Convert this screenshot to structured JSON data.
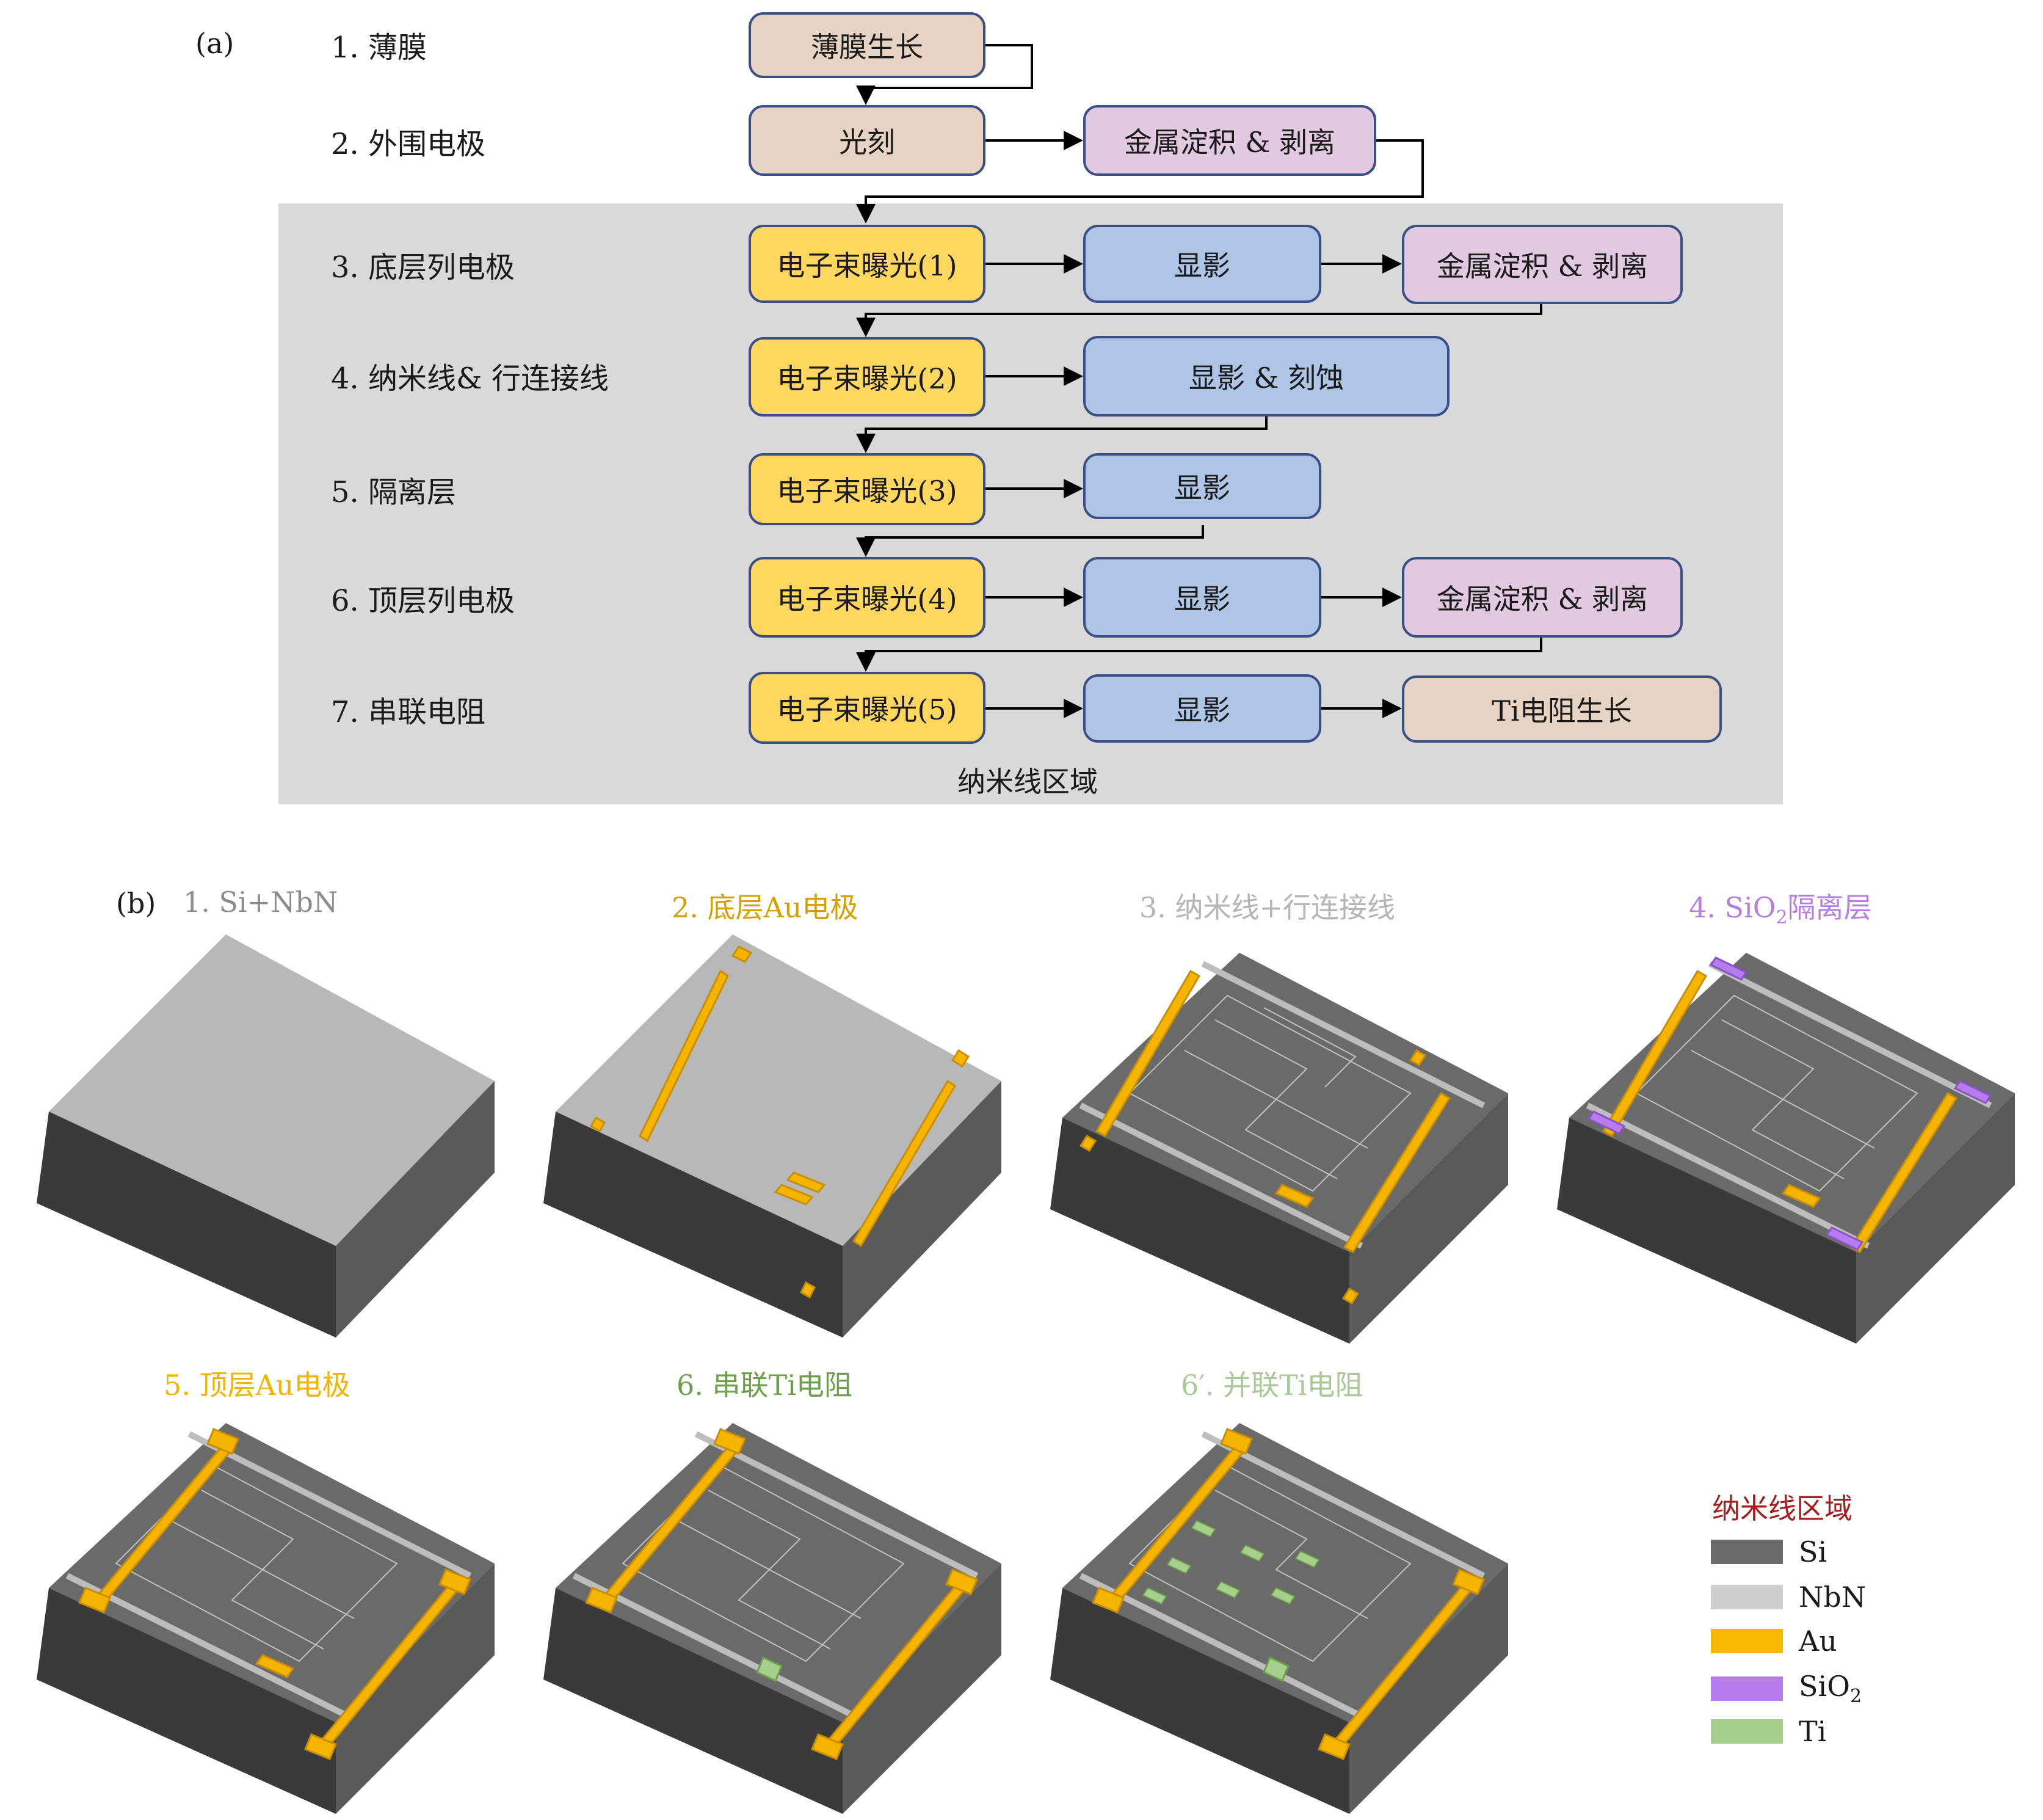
{
  "panel_a": {
    "label": "(a)",
    "steps": [
      {
        "label": "1. 薄膜"
      },
      {
        "label": "2. 外围电极"
      },
      {
        "label": "3. 底层列电极"
      },
      {
        "label": "4. 纳米线& 行连接线"
      },
      {
        "label": "5. 隔离层"
      },
      {
        "label": "6. 顶层列电极"
      },
      {
        "label": "7. 串联电阻"
      }
    ],
    "boxes": {
      "film_growth": "薄膜生长",
      "photolithography": "光刻",
      "metal_liftoff_1": "金属淀积 & 剥离",
      "ebl_1": "电子束曝光(1)",
      "develop_1": "显影",
      "metal_liftoff_2": "金属淀积 & 剥离",
      "ebl_2": "电子束曝光(2)",
      "develop_etch": "显影 & 刻蚀",
      "ebl_3": "电子束曝光(3)",
      "develop_3": "显影",
      "ebl_4": "电子束曝光(4)",
      "develop_4": "显影",
      "metal_liftoff_4": "金属淀积 & 剥离",
      "ebl_5": "电子束曝光(5)",
      "develop_5": "显影",
      "ti_growth": "Ti电阻生长"
    },
    "region_label": "纳米线区域",
    "colors": {
      "tan": "#e7d3c3",
      "purple": "#e2c9e2",
      "yellow": "#ffd75e",
      "blue": "#afc5e6",
      "border": "#3a4f86",
      "region": "#d9d9d9"
    }
  },
  "panel_b": {
    "label": "(b)",
    "titles": {
      "t1": "1. Si+NbN",
      "t2": "2. 底层Au电极",
      "t3": "3. 纳米线+行连接线",
      "t4_prefix": "4. SiO",
      "t4_sub": "2",
      "t4_suffix": "隔离层",
      "t5": "5. 顶层Au电极",
      "t6": "6. 串联Ti电阻",
      "t6p": "6′. 并联Ti电阻"
    },
    "title_colors": {
      "t1": "#8c8c8c",
      "t2": "#d4a200",
      "t3": "#b5b5b5",
      "t4": "#b57fe0",
      "t5": "#f2b400",
      "t6": "#6da04a",
      "t6p": "#a9c99a"
    },
    "legend": {
      "title": "纳米线区域",
      "items": [
        {
          "label": "Si",
          "color": "#6b6b6b"
        },
        {
          "label": "NbN",
          "color": "#cfcfcf"
        },
        {
          "label": "Au",
          "color": "#f8b800"
        },
        {
          "label_prefix": "SiO",
          "label_sub": "2",
          "color": "#b77cf0"
        },
        {
          "label": "Ti",
          "color": "#a8d08d"
        }
      ]
    },
    "material_colors": {
      "si_top": "#6a6a6a",
      "si_side": "#3a3a3a",
      "nbn": "#bdbdbd",
      "au": "#f5b400",
      "au_dark": "#c98e00",
      "sio2": "#b77cf0",
      "ti": "#a8d08d",
      "film_top": "#b8b8b8",
      "film_side": "#3a3a3a",
      "film_side2": "#5a5a5a"
    }
  }
}
